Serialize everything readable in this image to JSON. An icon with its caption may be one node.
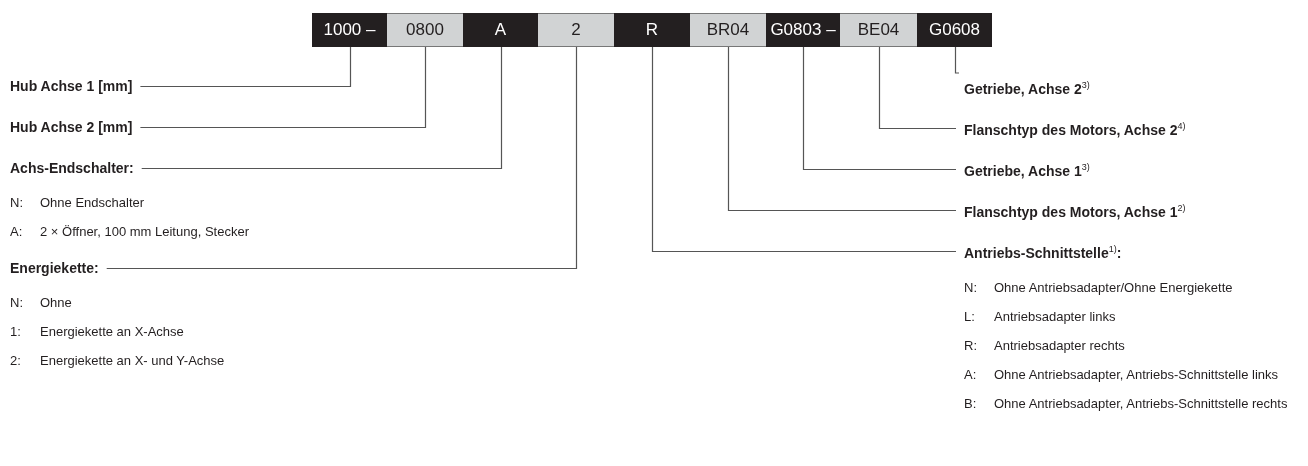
{
  "diagram": {
    "nodes": [
      {
        "text": [
          "1000 –"
        ]
      },
      {
        "text": [
          "0800"
        ]
      },
      {
        "text": [
          "A"
        ]
      },
      {
        "text": [
          "2"
        ]
      },
      {
        "text": [
          "R"
        ]
      },
      {
        "text": [
          "BR04"
        ]
      },
      {
        "text": [
          "G0803 –"
        ]
      },
      {
        "text": [
          "BE04"
        ]
      },
      {
        "text": [
          "G0608"
        ]
      },
      {
        "text": [
          "Hub Achse 1 [mm]"
        ]
      },
      {
        "text": [
          "Hub Achse 2 [mm]"
        ]
      },
      {
        "text": [
          "Achs-Endschalter:",
          "N:",
          "Ohne Endschalter",
          "A:",
          "2 × Öffner, 100 mm Leitung, Stecker"
        ]
      },
      {
        "text": [
          "Energiekette:",
          "N:",
          "Ohne",
          "1:",
          "Energiekette an X-Achse",
          "2:",
          "Energiekette an X- und Y-Achse"
        ]
      },
      {
        "text": [
          "Getriebe, Achse 2$^{3)}$"
        ]
      },
      {
        "text": [
          "Flanschtyp des Motors, Achse 2$^{4)}$"
        ]
      },
      {
        "text": [
          "Getriebe, Achse 1$^{3)}$"
        ]
      },
      {
        "text": [
          "Flanschtyp des Motors, Achse 1$^{2)}$"
        ]
      },
      {
        "text": [
          "Antriebs-Schnittstelle$^{1)}$:",
          "N:",
          "Ohne Antriebsadapter/Ohne Energiekette",
          "L:",
          "Antriebsadapter links",
          "R:",
          "Antriebsadapter rechts",
          "A:",
          "Ohne Antriebsadapter, Antriebs-Schnittstelle links",
          "B:",
          "Ohne Antriebsadapter, Antriebs-Schnittstelle rechts"
        ]
      }
    ],
    "edges": [
      {
        "from": 9,
        "to": 0,
        "arrow": "none"
      },
      {
        "from": 10,
        "to": 1,
        "arrow": "none"
      },
      {
        "from": 11,
        "to": 2,
        "arrow": "none"
      },
      {
        "from": 12,
        "to": 3,
        "arrow": "none"
      },
      {
        "from": 17,
        "to": 4,
        "arrow": "none"
      },
      {
        "from": 16,
        "to": 5,
        "arrow": "none"
      },
      {
        "from": 15,
        "to": 6,
        "arrow": "none"
      },
      {
        "from": 14,
        "to": 7,
        "arrow": "none"
      },
      {
        "from": 13,
        "to": 8,
        "arrow": "none"
      }
    ]
  }
}
